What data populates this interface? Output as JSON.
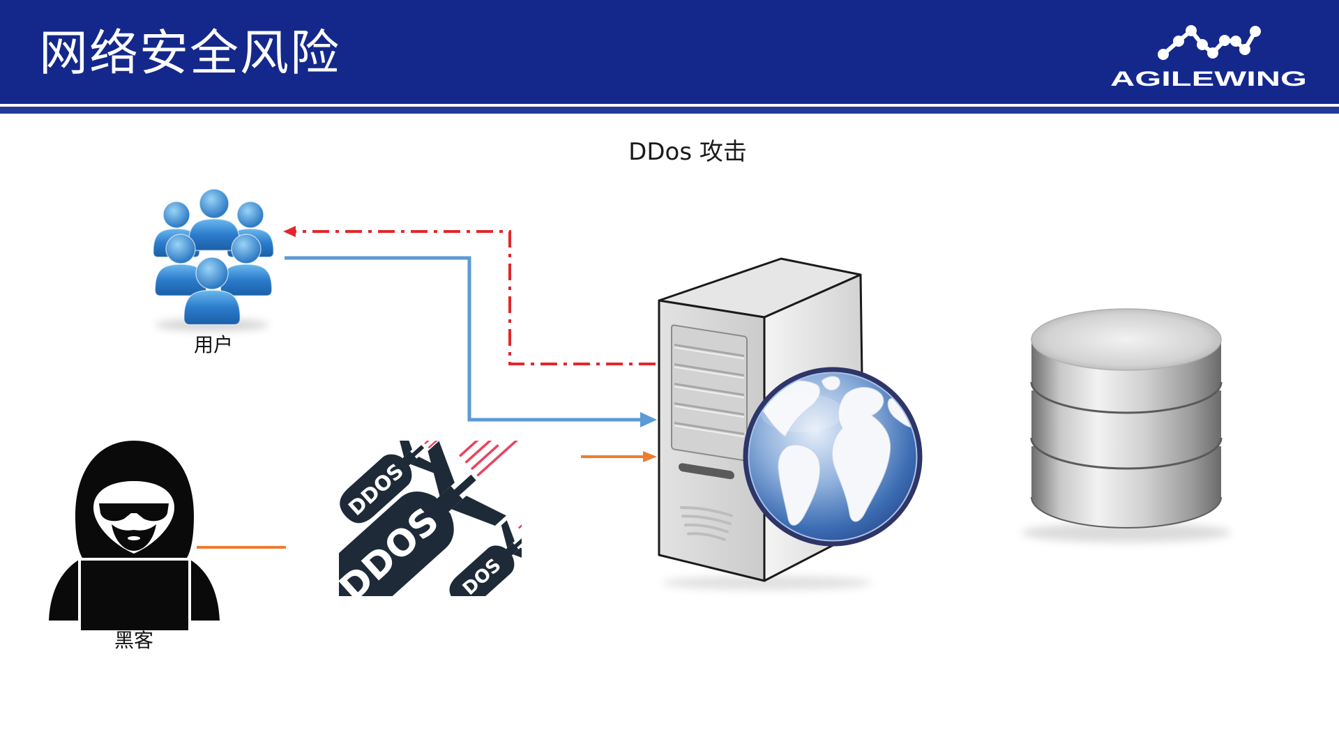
{
  "slide": {
    "title": "网络安全风险",
    "subtitle": "DDos 攻击",
    "header_color": "#14288c"
  },
  "logo": {
    "text": "AGILEWING",
    "icon": "agilewing-dots-logo"
  },
  "diagram": {
    "nodes": [
      {
        "id": "users",
        "label": "用户",
        "icon": "user-group-icon"
      },
      {
        "id": "hacker",
        "label": "黑客",
        "icon": "hacker-icon"
      },
      {
        "id": "ddos",
        "icon": "ddos-bombs-icon",
        "bomb_labels": [
          "DDOS",
          "DDOS",
          "DOS"
        ]
      },
      {
        "id": "web-server",
        "icon": "web-server-globe-icon"
      },
      {
        "id": "database",
        "icon": "database-icon"
      }
    ],
    "connectors": [
      {
        "from": "web-server",
        "to": "users",
        "style": "dash-dot",
        "color": "#e3262b"
      },
      {
        "from": "users",
        "to": "web-server",
        "style": "solid",
        "color": "#5b9bd5"
      },
      {
        "from": "ddos",
        "to": "web-server",
        "style": "solid",
        "color": "#ed7d31"
      },
      {
        "from": "hacker",
        "to": "ddos",
        "style": "solid",
        "color": "#ed7d31"
      }
    ]
  }
}
